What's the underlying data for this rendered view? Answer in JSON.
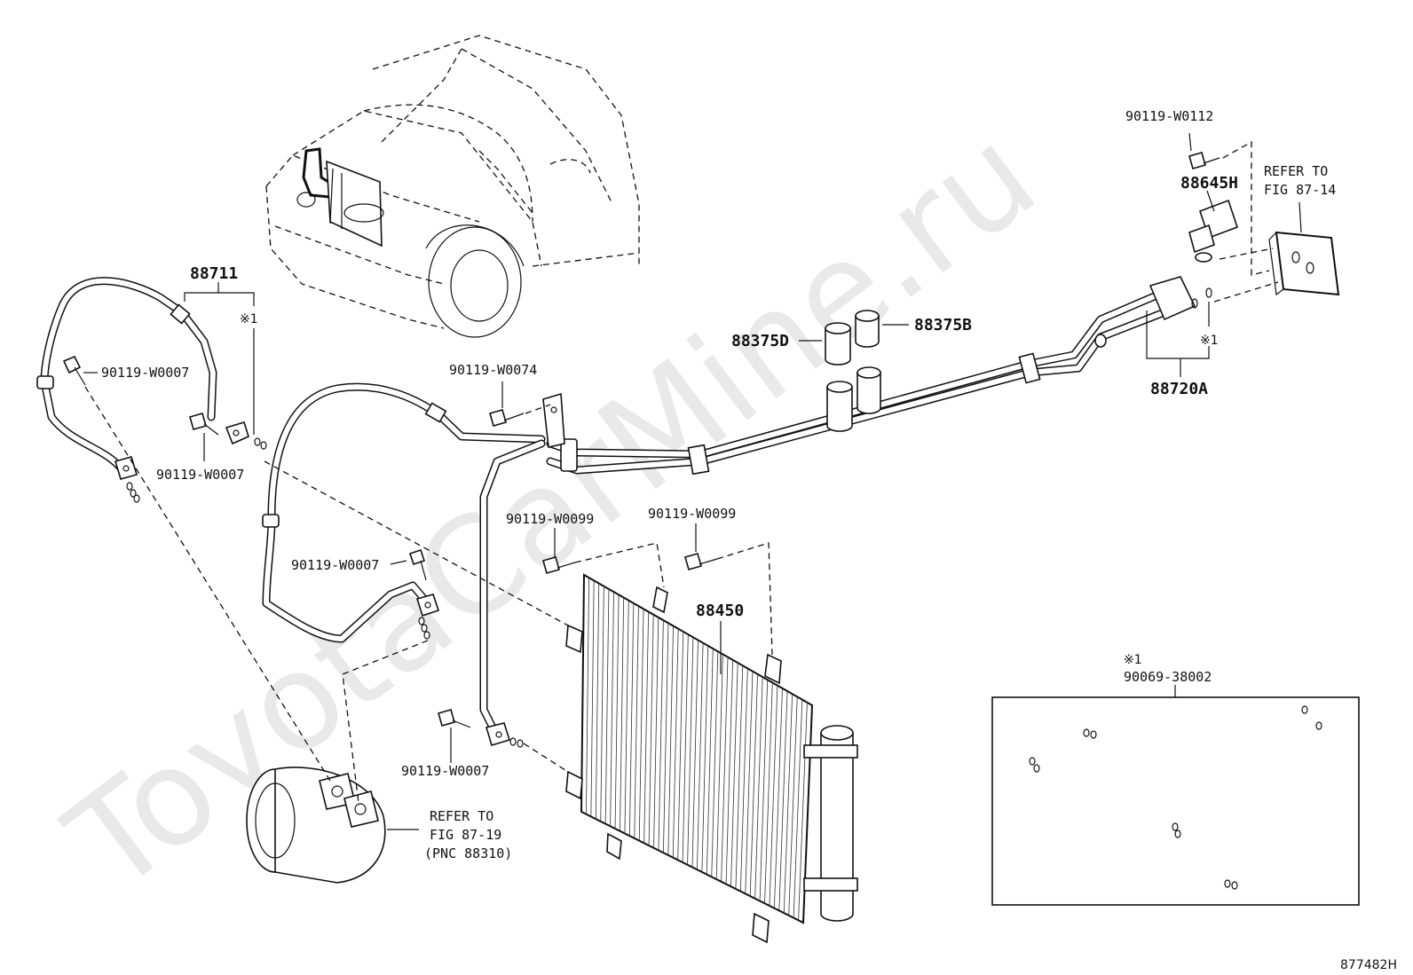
{
  "watermark": "ToyotaCarMine.ru",
  "labels": {
    "hose_discharge": "88711",
    "bolt_a": "90119-W0007",
    "bolt_b": "90119-W0007",
    "bolt_c": "90119-W0007",
    "bolt_d": "90119-W0007",
    "bolt_e": "90119-W0074",
    "bolt_f": "90119-W0099",
    "bolt_g": "90119-W0099",
    "bolt_h": "90119-W0112",
    "cap_d": "88375D",
    "cap_b": "88375B",
    "switch": "88645H",
    "tube_liquid": "88720A",
    "condenser": "88450",
    "note_mark_a": "※1",
    "note_mark_b": "※1",
    "note_mark_c": "※1",
    "oring_kit": "90069-38002",
    "refer_evap_1": "REFER TO",
    "refer_evap_2": "FIG 87-14",
    "refer_comp_1": "REFER TO",
    "refer_comp_2": "FIG 87-19",
    "refer_comp_3": "(PNC 88310)",
    "diagram_code": "877482H"
  }
}
